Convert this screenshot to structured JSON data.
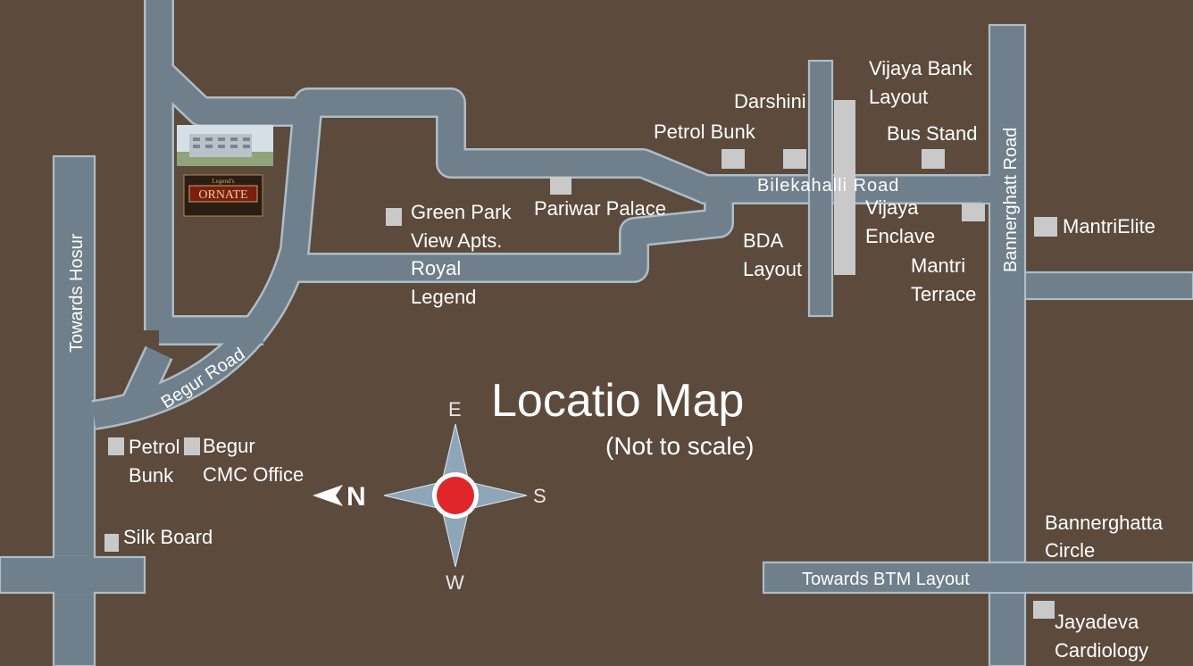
{
  "title": "Locatio Map",
  "subtitle": "(Not to scale)",
  "compass": {
    "north": "N",
    "south": "S",
    "east": "E",
    "west": "W"
  },
  "roads": {
    "towards_hosur": "Towards Hosur",
    "begur_road": "Begur Road",
    "bilekahalli_road": "Bilekahalli Road",
    "bannerghatt_road": "Bannerghatt Road",
    "towards_btm": "Towards BTM Layout"
  },
  "landmarks": {
    "darshini": "Darshini",
    "petrol_bunk_top": "Petrol Bunk",
    "vijaya_bank_1": "Vijaya Bank",
    "vijaya_bank_2": "Layout",
    "bus_stand": "Bus Stand",
    "pariwar_palace": "Pariwar Palace",
    "green_park_1": "Green Park",
    "green_park_2": "View Apts.",
    "royal": "Royal",
    "legend": "Legend",
    "bda_1": "BDA",
    "bda_2": "Layout",
    "vijaya_enclave_1": "Vijaya",
    "vijaya_enclave_2": "Enclave",
    "mantri_terrace_1": "Mantri",
    "mantri_terrace_2": "Terrace",
    "mantri_elite": "MantriElite",
    "petrol_bunk_1": "Petrol",
    "petrol_bunk_2": "Bunk",
    "begur_cmc_1": "Begur",
    "begur_cmc_2": "CMC Office",
    "silk_board": "Silk Board",
    "bannerghatta_circle_1": "Bannerghatta",
    "bannerghatta_circle_2": "Circle",
    "jayadeva_1": "Jayadeva",
    "jayadeva_2": "Cardiology"
  },
  "project": {
    "logo_text_top": "Legend's",
    "logo_text_main": "ORNATE"
  },
  "colors": {
    "background": "#5c4a3c",
    "road": "#6f7f8b",
    "road_edge": "#aebdc6",
    "marker": "#c9c9c9",
    "compass_center": "#e0262b"
  }
}
